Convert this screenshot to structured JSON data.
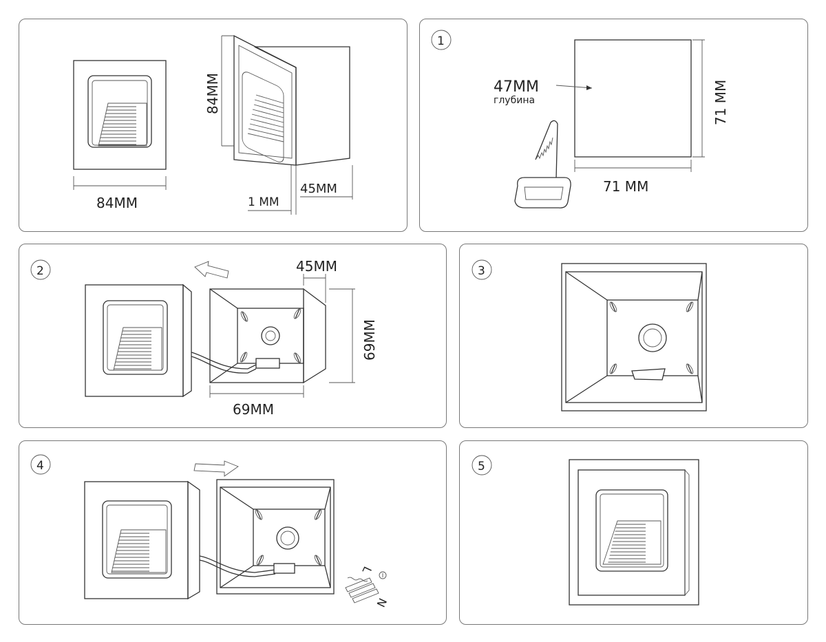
{
  "panel_top_left": {
    "dim_width": "84MM",
    "dim_height": "84MM",
    "dim_bezel": "1 MM",
    "dim_depth": "45MM"
  },
  "panel_step1": {
    "step": "1",
    "depth_value": "47MM",
    "depth_word": "глубина",
    "height": "71 MM",
    "width": "71 MM"
  },
  "panel_step2": {
    "step": "2",
    "depth": "45MM",
    "height": "69MM",
    "width": "69MM"
  },
  "panel_step3": {
    "step": "3"
  },
  "panel_step4": {
    "step": "4",
    "terminal_l": "L",
    "terminal_n": "N"
  },
  "panel_step5": {
    "step": "5"
  }
}
